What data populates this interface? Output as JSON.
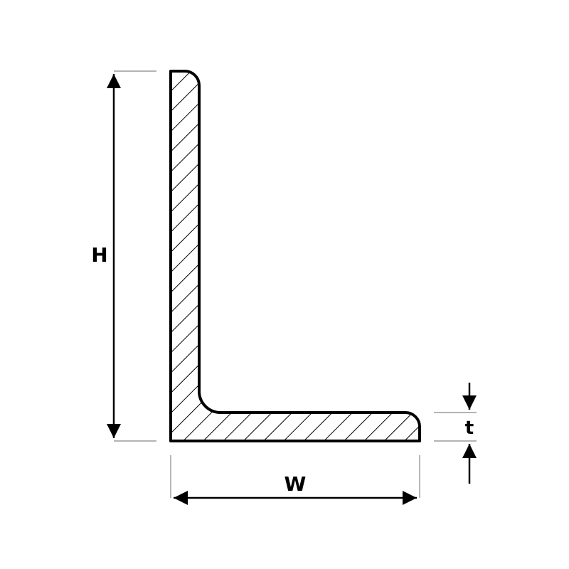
{
  "diagram": {
    "shape": "equal-angle-profile",
    "labels": {
      "height": "H",
      "width": "W",
      "thickness": "t"
    },
    "colors": {
      "stroke": "#000000",
      "background": "#ffffff",
      "extension_line": "#888888"
    }
  }
}
